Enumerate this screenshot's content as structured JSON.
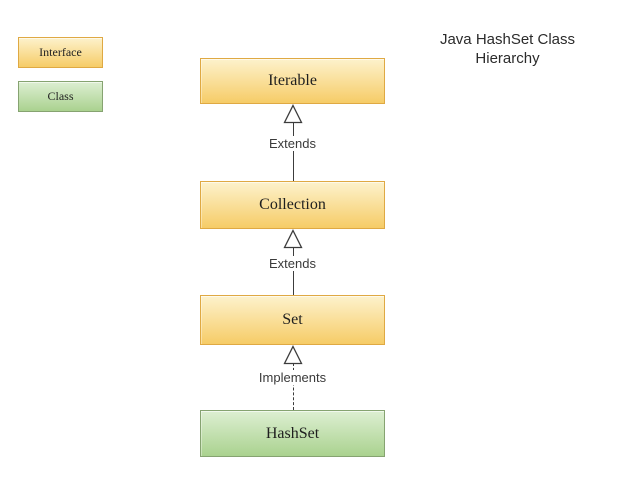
{
  "title": "Java HashSet Class Hierarchy",
  "legend": {
    "items": [
      {
        "label": "Interface",
        "kind": "interface"
      },
      {
        "label": "Class",
        "kind": "class"
      }
    ]
  },
  "hierarchy": {
    "nodes": [
      {
        "label": "Iterable",
        "kind": "interface"
      },
      {
        "label": "Collection",
        "kind": "interface"
      },
      {
        "label": "Set",
        "kind": "interface"
      },
      {
        "label": "HashSet",
        "kind": "class"
      }
    ],
    "connectors": [
      {
        "label": "Extends",
        "line_style": "solid"
      },
      {
        "label": "Extends",
        "line_style": "solid"
      },
      {
        "label": "Implements",
        "line_style": "dashed"
      }
    ]
  },
  "colors": {
    "interface_fill_top": "#FDF2CC",
    "interface_fill_bottom": "#F6CC67",
    "interface_border": "#DFA943",
    "class_fill_top": "#DDEFD2",
    "class_fill_bottom": "#AAD28F",
    "class_border": "#86A371",
    "connector": "#3C3C3C"
  }
}
